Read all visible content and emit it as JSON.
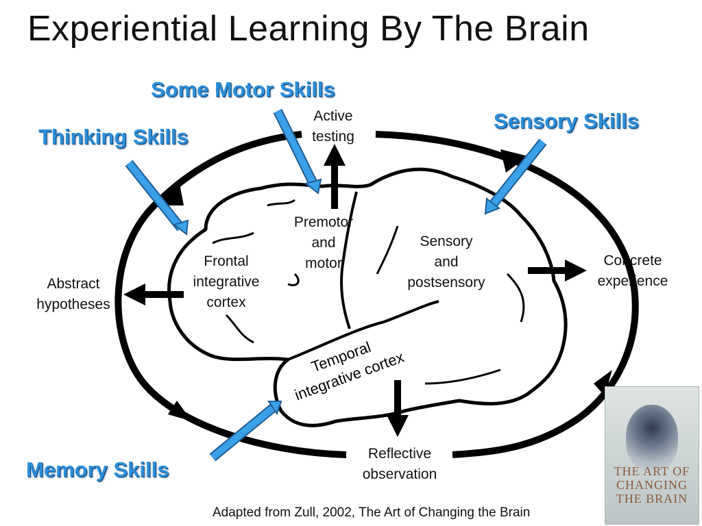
{
  "title": "Experiential Learning By The Brain",
  "skills": {
    "motor": "Some Motor Skills",
    "sensory": "Sensory Skills",
    "thinking": "Thinking Skills",
    "memory": "Memory Skills"
  },
  "stages": {
    "active_1": "Active",
    "active_2": "testing",
    "concrete_1": "Concrete",
    "concrete_2": "experience",
    "reflective_1": "Reflective",
    "reflective_2": "observation",
    "abstract_1": "Abstract",
    "abstract_2": "hypotheses"
  },
  "regions": {
    "premotor_1": "Premotor",
    "premotor_2": "and",
    "premotor_3": "motor",
    "sensory_1": "Sensory",
    "sensory_2": "and",
    "sensory_3": "postsensory",
    "frontal_1": "Frontal",
    "frontal_2": "integrative",
    "frontal_3": "cortex",
    "temporal_1": "Temporal",
    "temporal_2": "integrative cortex"
  },
  "caption": "Adapted from Zull, 2002, The Art of Changing the Brain",
  "book": {
    "title_1": "THE ART OF",
    "title_2": "CHANGING",
    "title_3": "THE BRAIN"
  },
  "colors": {
    "skill_text": "#2b8fd9",
    "skill_arrow": "#3aa0e8",
    "cycle": "#000000"
  }
}
